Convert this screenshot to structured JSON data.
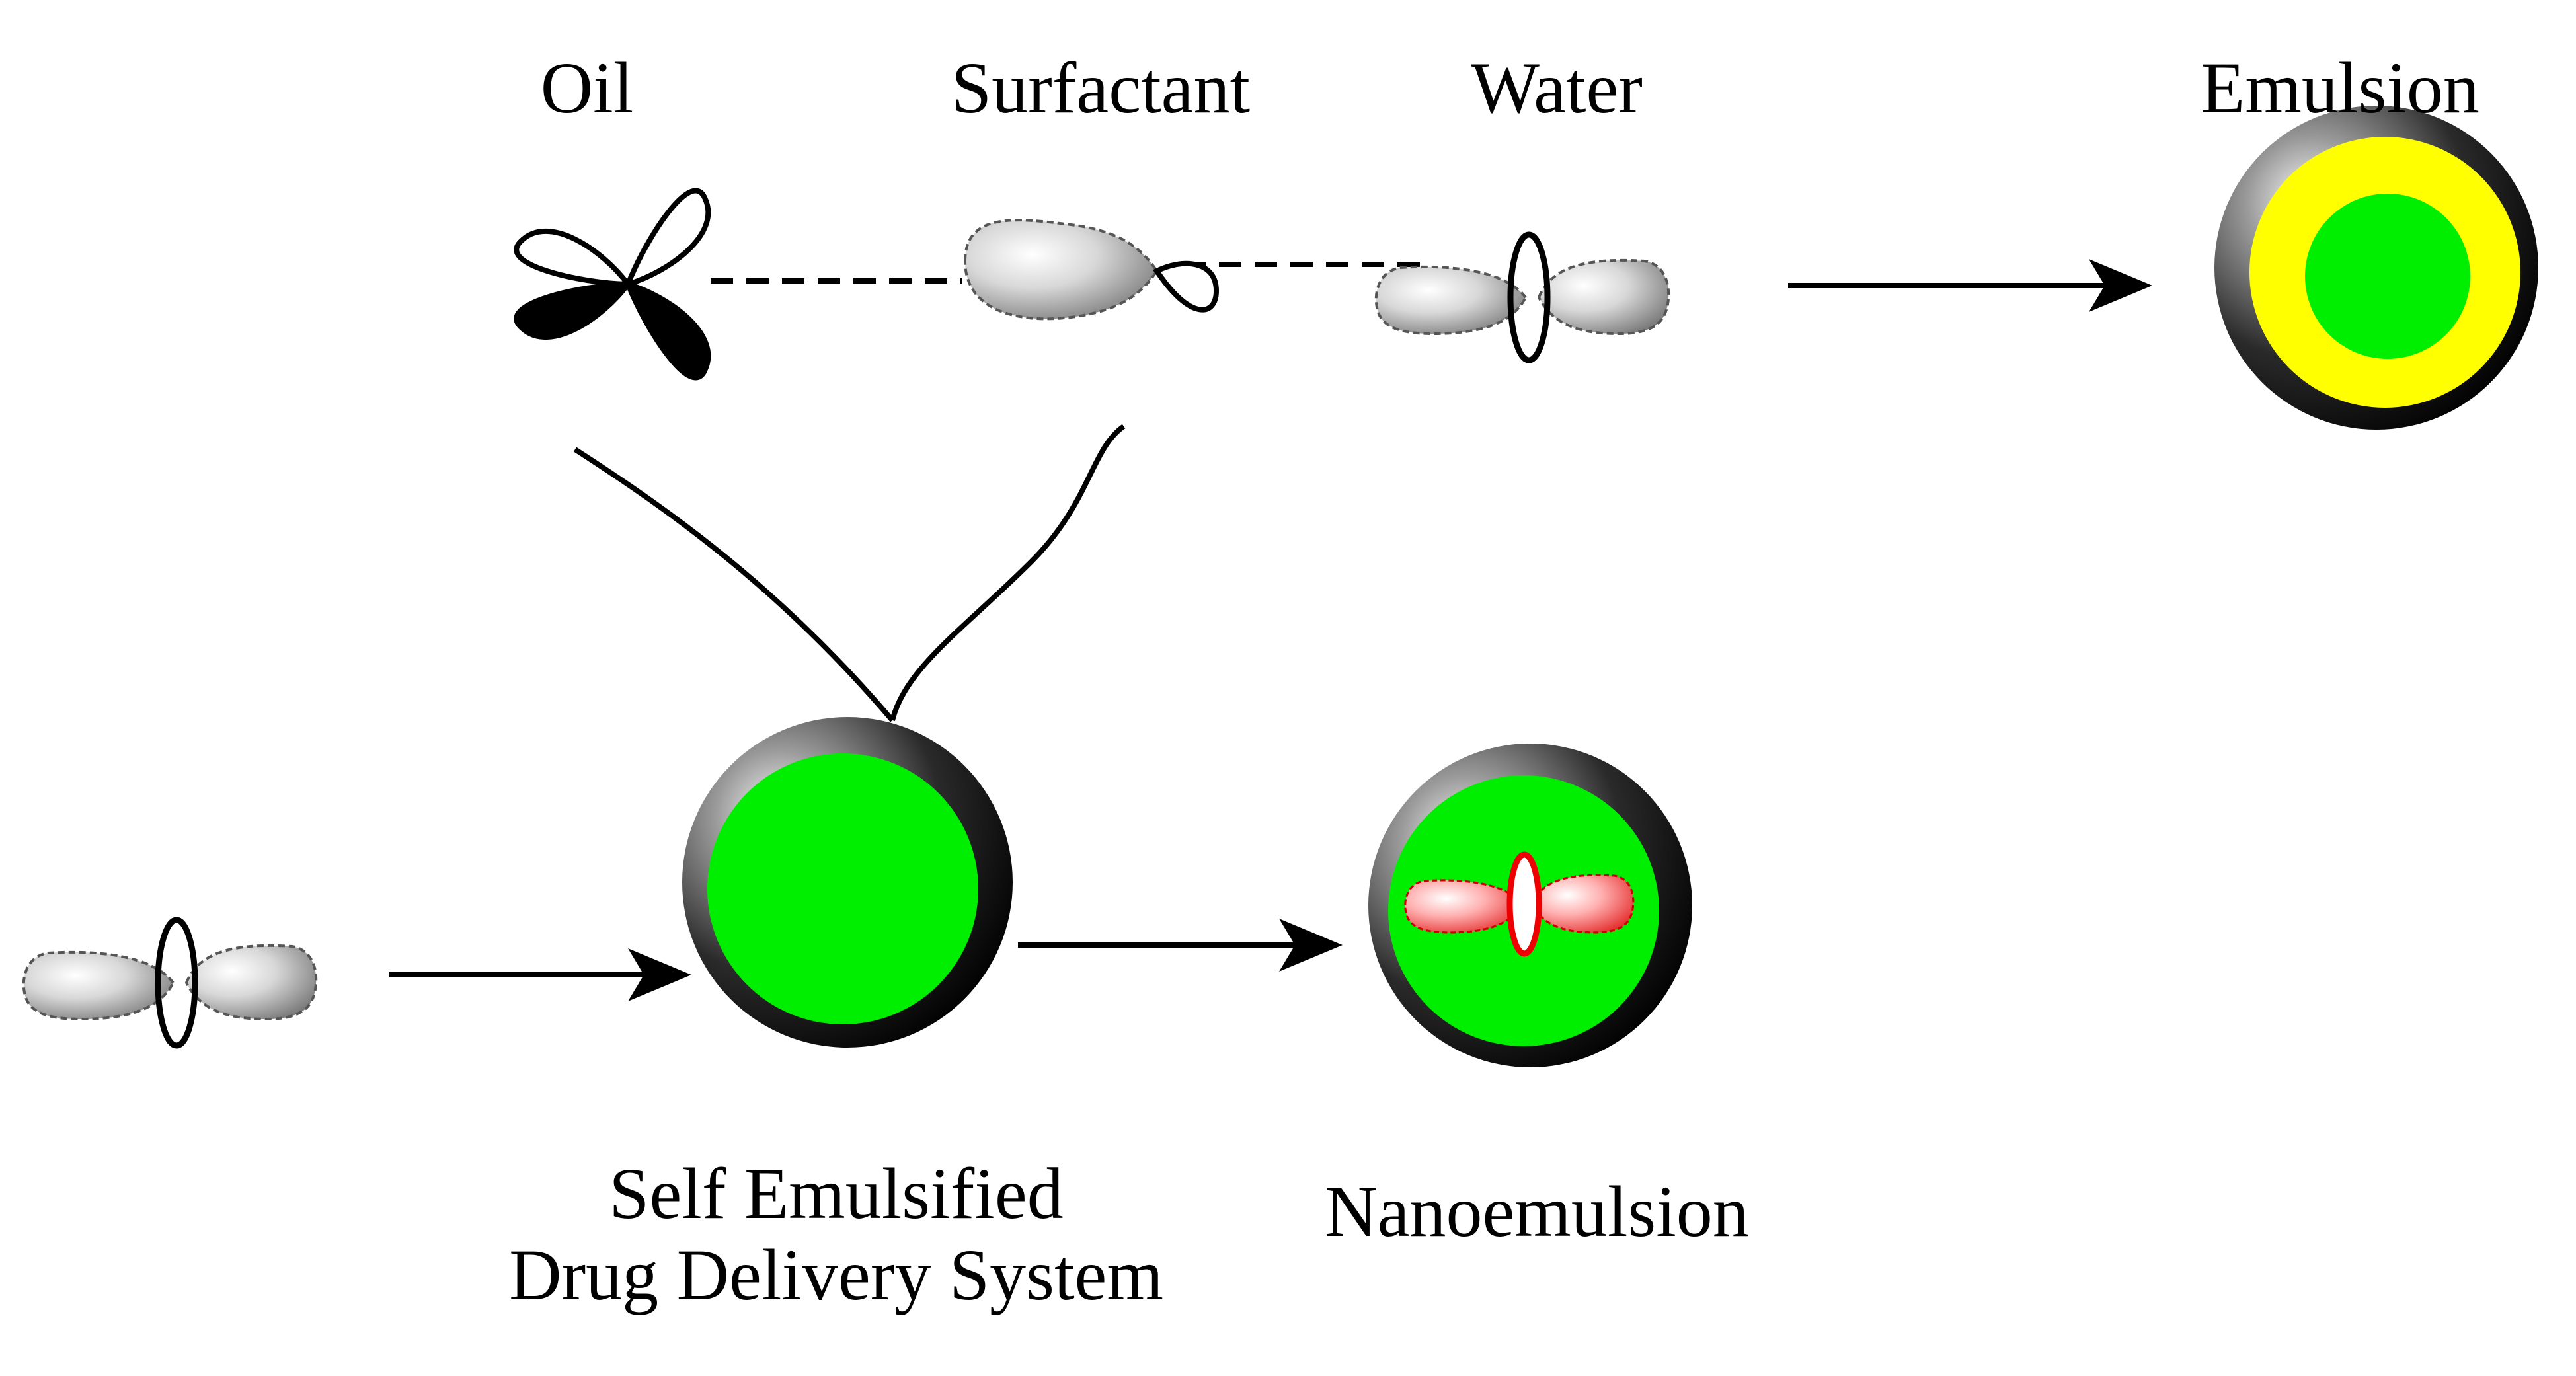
{
  "labels": {
    "oil": "Oil",
    "surfactant": "Surfactant",
    "water": "Water",
    "emulsion": "Emulsion",
    "sedds_line1": "Self Emulsified",
    "sedds_line2": "Drug Delivery System",
    "nanoemulsion": "Nanoemulsion"
  },
  "colors": {
    "core_green": "#00ee00",
    "ring_yellow": "#ffff00",
    "drug_red": "#ee0000",
    "ink": "#000000"
  },
  "icons": {
    "oil": "d-orbital-clover-icon",
    "surfactant": "surfactant-lobe-icon",
    "water": "water-molecule-icon",
    "drug": "drug-molecule-icon"
  }
}
